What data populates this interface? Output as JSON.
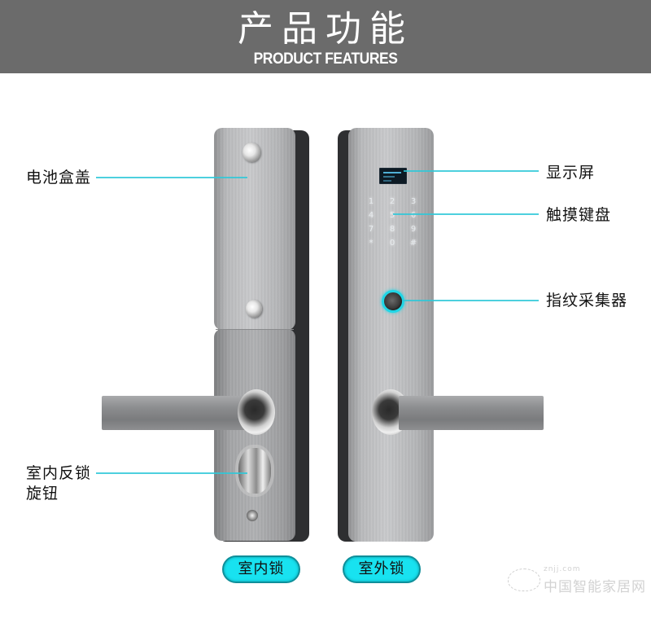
{
  "header": {
    "title_cn": "产品功能",
    "title_en": "PRODUCT FEATURES"
  },
  "indoor_lock": {
    "label": "室内锁",
    "callouts": [
      {
        "text": "电池盒盖"
      },
      {
        "text_line1": "室内反锁",
        "text_line2": "旋钮"
      }
    ]
  },
  "outdoor_lock": {
    "label": "室外锁",
    "keypad_keys": [
      "1",
      "2",
      "3",
      "4",
      "5",
      "6",
      "7",
      "8",
      "9",
      "*",
      "0",
      "#"
    ],
    "callouts": [
      {
        "text": "显示屏"
      },
      {
        "text": "触摸键盘"
      },
      {
        "text": "指纹采集器"
      }
    ]
  },
  "colors": {
    "header_bg": "#6b6b6b",
    "accent_cyan": "#18e2f0",
    "callout_line": "#2ec8d8"
  },
  "watermark": {
    "domain": "znjj.com",
    "name": "中国智能家居网"
  }
}
